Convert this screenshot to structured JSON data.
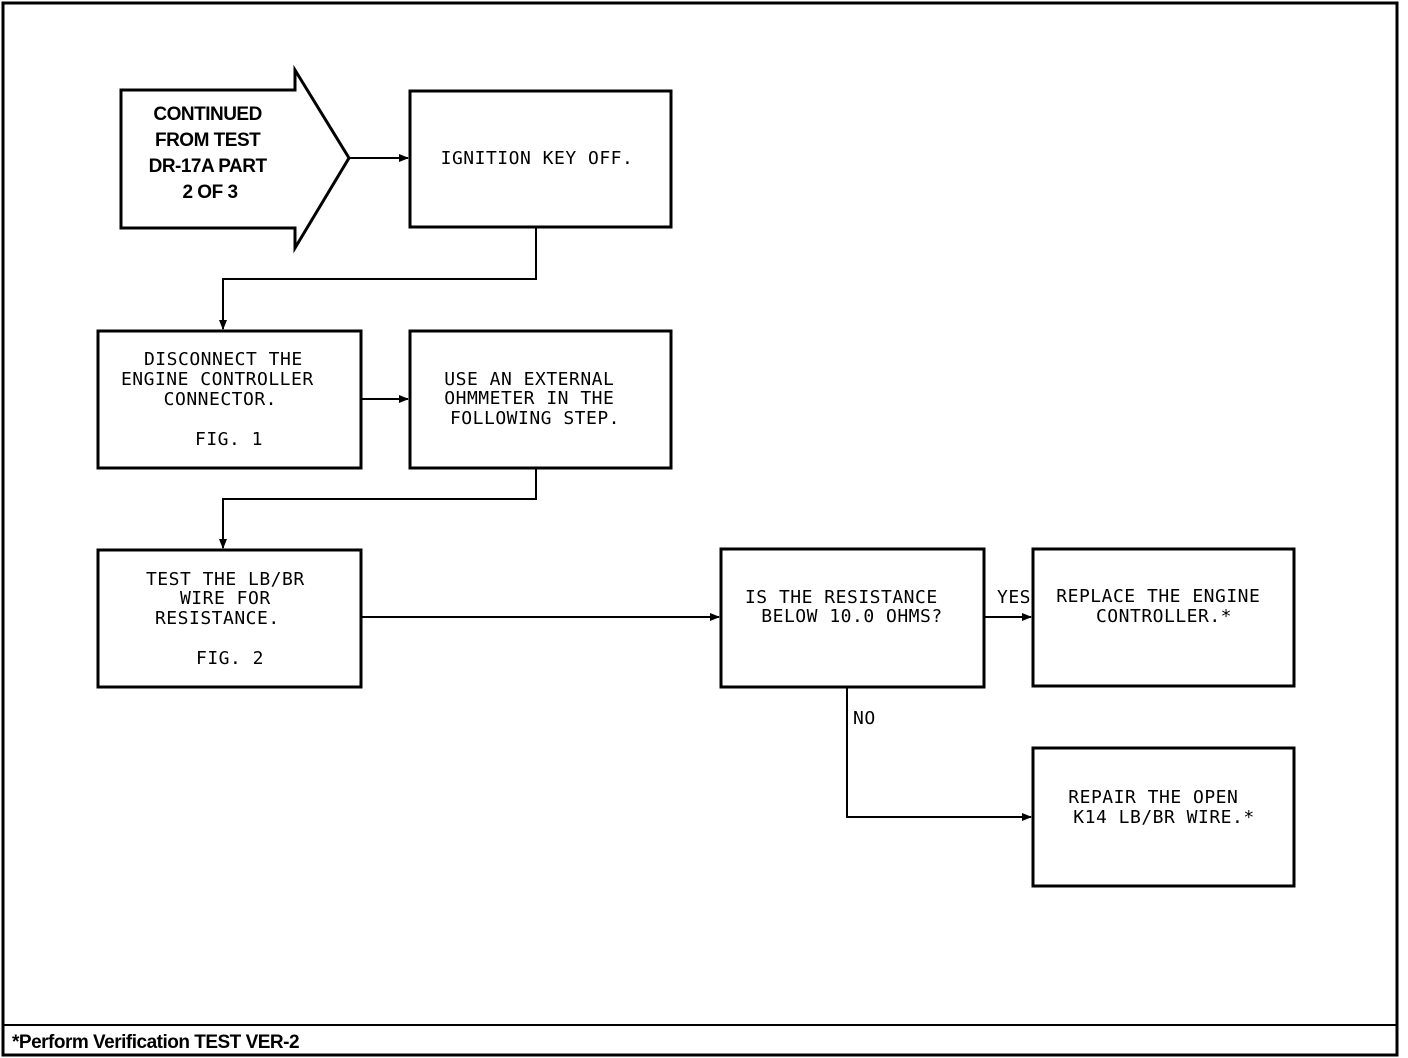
{
  "start_block": {
    "lines": [
      "CONTINUED",
      "FROM TEST",
      "DR-17A PART",
      "2 OF 3"
    ]
  },
  "steps": {
    "ignition": {
      "lines": [
        "IGNITION KEY OFF."
      ]
    },
    "disconnect": {
      "lines": [
        "DISCONNECT THE",
        "ENGINE CONTROLLER",
        "CONNECTOR."
      ],
      "fig": "FIG. 1"
    },
    "ohmmeter": {
      "lines": [
        "USE AN EXTERNAL",
        "OHMMETER IN THE",
        "FOLLOWING STEP."
      ]
    },
    "test_wire": {
      "lines": [
        "TEST THE LB/BR",
        "WIRE FOR",
        "RESISTANCE."
      ],
      "fig": "FIG. 2"
    },
    "decision": {
      "lines": [
        "IS THE RESISTANCE",
        "BELOW 10.0 OHMS?"
      ]
    },
    "replace": {
      "lines": [
        "REPLACE THE ENGINE",
        "CONTROLLER.*"
      ]
    },
    "repair": {
      "lines": [
        "REPAIR THE OPEN",
        "K14 LB/BR WIRE.*"
      ]
    }
  },
  "branch_labels": {
    "yes": "YES",
    "no": "NO"
  },
  "footer": {
    "note": "*Perform Verification TEST VER-2"
  }
}
